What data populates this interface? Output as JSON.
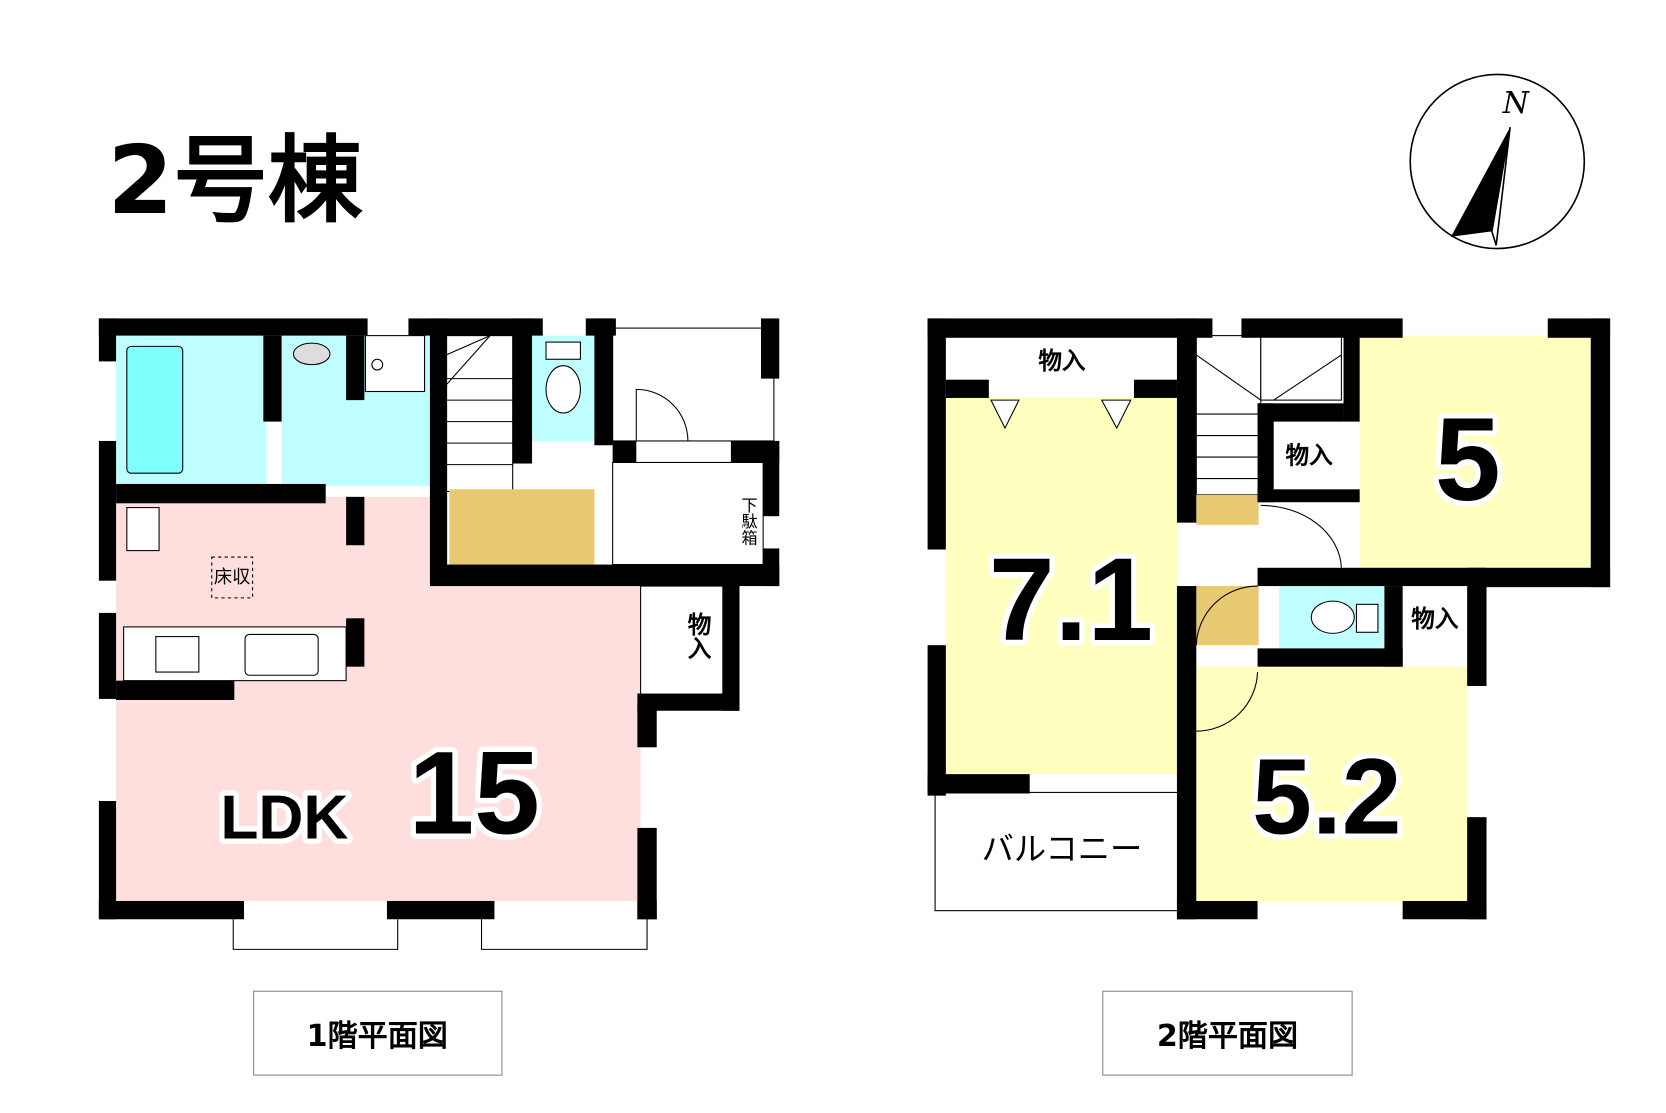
{
  "title": "2号棟",
  "compass": {
    "label": "N"
  },
  "floor1": {
    "caption": "1階平面図",
    "ldk_prefix": "LDK",
    "ldk_size": "15",
    "floor_storage": "床収",
    "storage": "物入",
    "shoe_box": "下駄箱"
  },
  "floor2": {
    "caption": "2階平面図",
    "room_a": "7.1",
    "room_b": "5",
    "room_c": "5.2",
    "storage_top": "物入",
    "storage_mid": "物入",
    "storage_right": "物入",
    "balcony": "バルコニー"
  },
  "colors": {
    "ldk": "#ffdede",
    "wet": "#c0ffff",
    "tub": "#80ffff",
    "room": "#ffffc0",
    "stair_floor": "#e8c870"
  }
}
